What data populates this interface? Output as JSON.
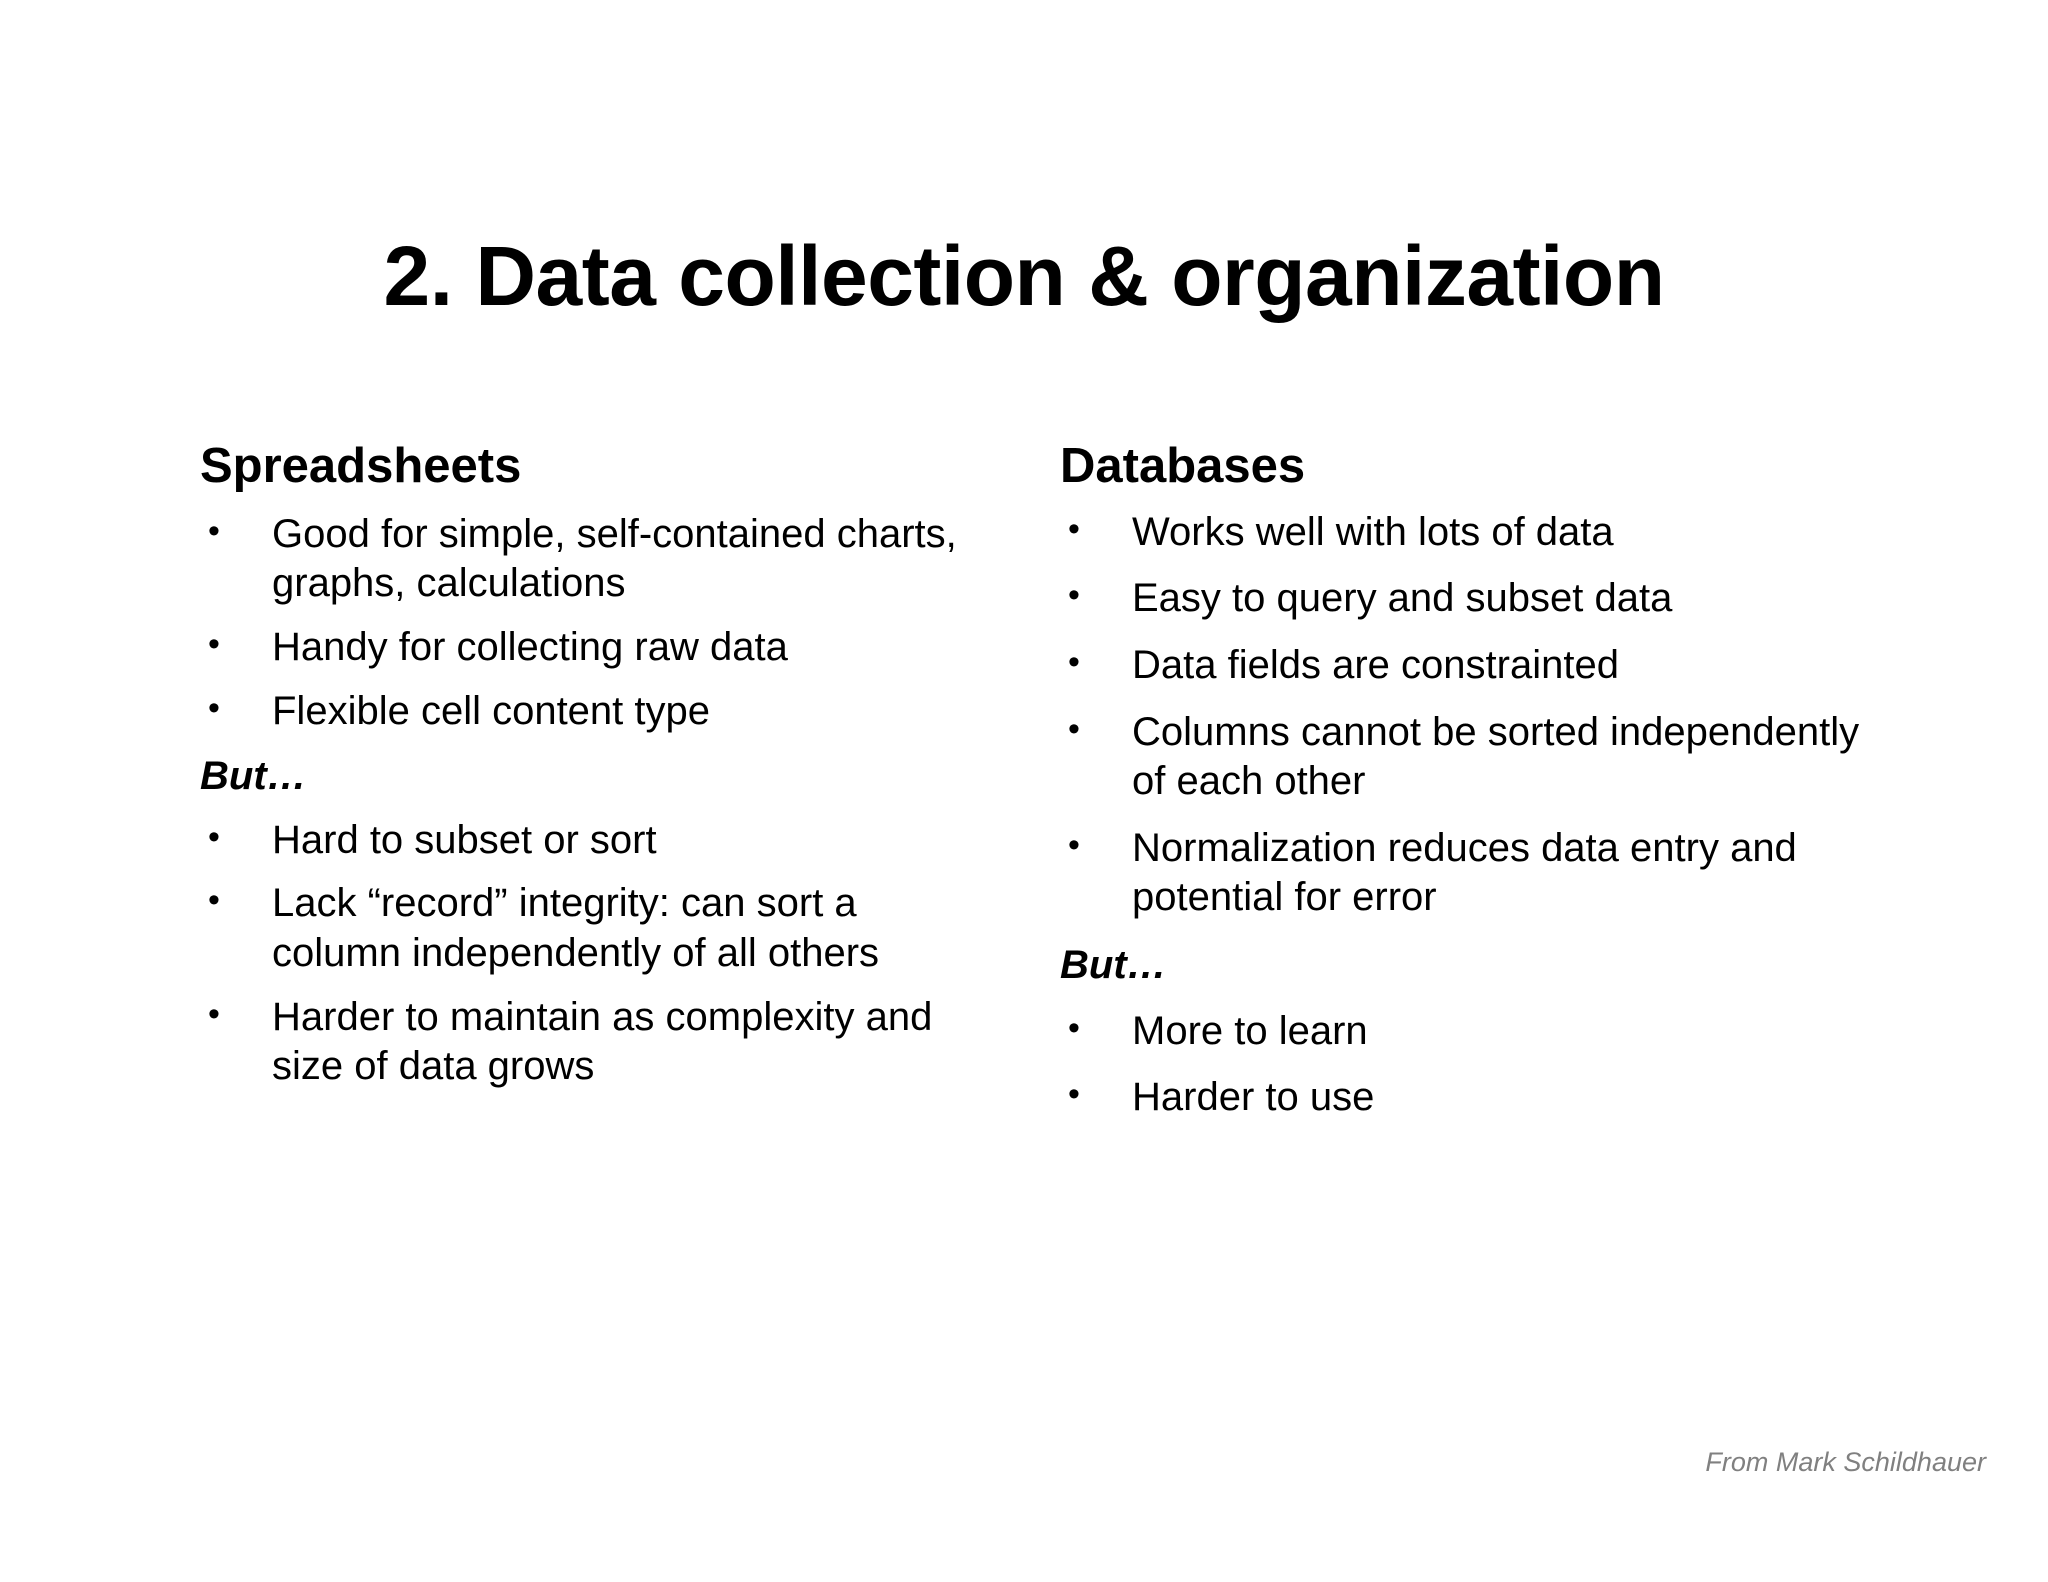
{
  "slide": {
    "title": "2. Data collection & organization",
    "background_color": "#ffffff",
    "text_color": "#000000",
    "attribution": "From Mark Schildhauer",
    "attribution_color": "#808080"
  },
  "columns": {
    "left": {
      "heading": "Spreadsheets",
      "pros": [
        "Good for simple, self-contained charts, graphs, calculations",
        "Handy for collecting raw data",
        "Flexible cell content type"
      ],
      "but_label": "But…",
      "cons": [
        "Hard to subset or sort",
        "Lack “record” integrity: can sort a column independently of all others",
        "Harder to maintain as complexity and size of data grows"
      ]
    },
    "right": {
      "heading": "Databases",
      "pros": [
        "Works well with lots of data",
        "Easy to query and subset data",
        "Data fields are constrainted",
        "Columns cannot be sorted independently of each other",
        "Normalization reduces data entry and potential for error"
      ],
      "but_label": "But…",
      "cons": [
        "More to learn",
        "Harder to use"
      ]
    }
  }
}
